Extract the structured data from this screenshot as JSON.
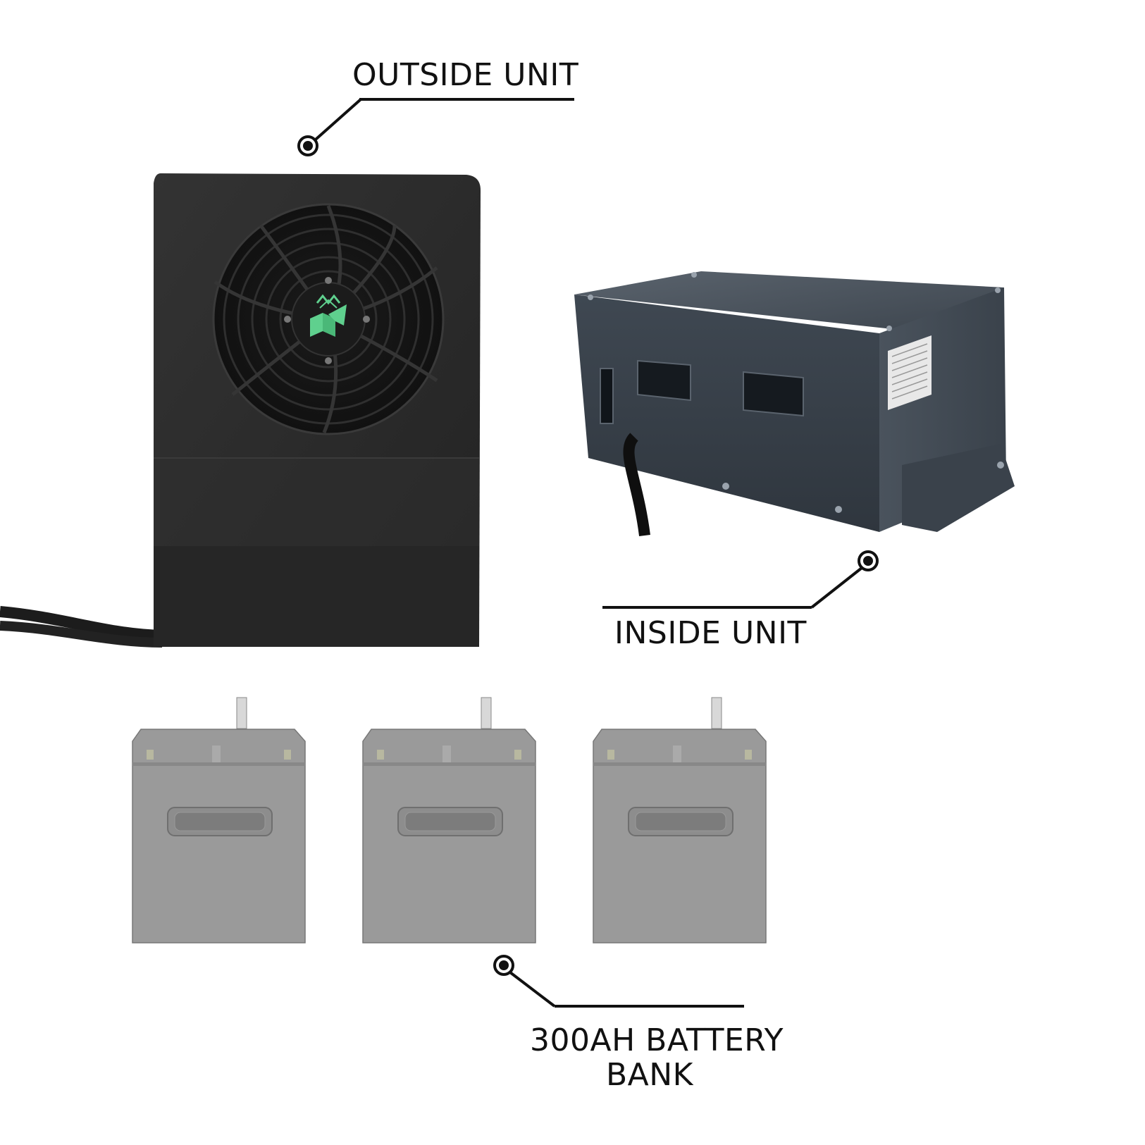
{
  "labels": {
    "outside_unit": "OUTSIDE UNIT",
    "inside_unit": "INSIDE UNIT",
    "battery_line1": "300AH BATTERY",
    "battery_line2": "BANK"
  },
  "colors": {
    "outside_unit_body": "#2b2b2b",
    "fan_logo": "#5fd08e",
    "inside_unit_body": "#3c4550",
    "battery_body": "#9a9a9a",
    "callout": "#111111"
  },
  "battery_count": 3
}
